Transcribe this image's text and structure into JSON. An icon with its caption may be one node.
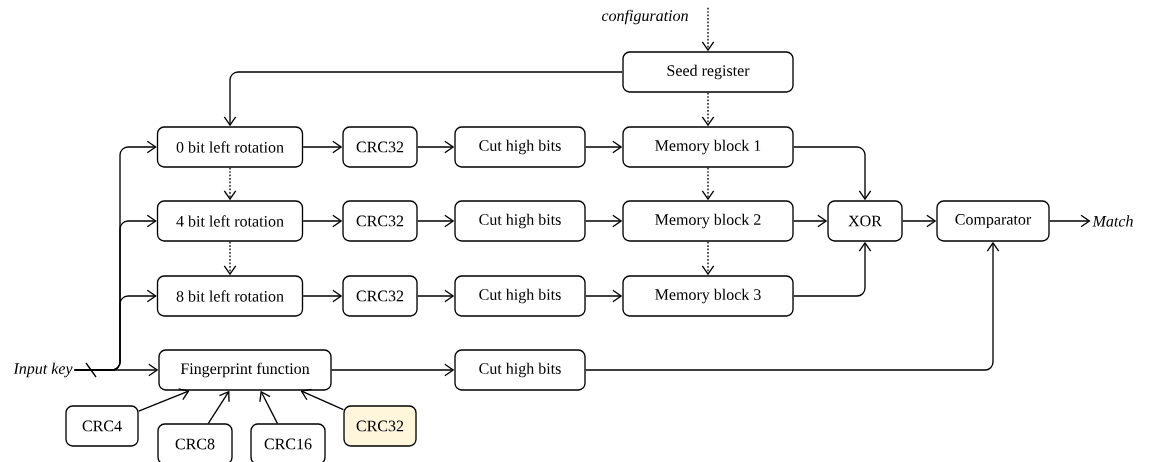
{
  "diagram": {
    "nodes": [
      {
        "text": [
          "configuration"
        ]
      },
      {
        "text": [
          "Seed register"
        ]
      },
      {
        "text": [
          "0 bit left rotation"
        ]
      },
      {
        "text": [
          "CRC32"
        ]
      },
      {
        "text": [
          "Cut high bits"
        ]
      },
      {
        "text": [
          "Memory block 1"
        ]
      },
      {
        "text": [
          "4 bit left rotation"
        ]
      },
      {
        "text": [
          "CRC32"
        ]
      },
      {
        "text": [
          "Cut high bits"
        ]
      },
      {
        "text": [
          "Memory block 2"
        ]
      },
      {
        "text": [
          "XOR"
        ]
      },
      {
        "text": [
          "Comparator"
        ]
      },
      {
        "text": [
          "Match"
        ]
      },
      {
        "text": [
          "8 bit left rotation"
        ]
      },
      {
        "text": [
          "CRC32"
        ]
      },
      {
        "text": [
          "Cut high bits"
        ]
      },
      {
        "text": [
          "Memory block 3"
        ]
      },
      {
        "text": [
          "Input key"
        ]
      },
      {
        "text": [
          "Fingerprint function"
        ]
      },
      {
        "text": [
          "Cut high bits"
        ]
      },
      {
        "text": [
          "CRC4"
        ]
      },
      {
        "text": [
          "CRC8"
        ]
      },
      {
        "text": [
          "CRC16"
        ]
      },
      {
        "text": [
          "CRC32"
        ]
      }
    ],
    "edges": [
      {
        "from": 0,
        "to": 1,
        "arrow": "to",
        "style": "dashed"
      },
      {
        "from": 1,
        "to": 2,
        "arrow": "to"
      },
      {
        "from": 1,
        "to": 5,
        "arrow": "to",
        "style": "dashed"
      },
      {
        "from": 2,
        "to": 3,
        "arrow": "to"
      },
      {
        "from": 3,
        "to": 4,
        "arrow": "to"
      },
      {
        "from": 4,
        "to": 5,
        "arrow": "to"
      },
      {
        "from": 5,
        "to": 10,
        "arrow": "to"
      },
      {
        "from": 2,
        "to": 6,
        "arrow": "to",
        "style": "dashed"
      },
      {
        "from": 5,
        "to": 9,
        "arrow": "to",
        "style": "dashed"
      },
      {
        "from": 6,
        "to": 7,
        "arrow": "to"
      },
      {
        "from": 7,
        "to": 8,
        "arrow": "to"
      },
      {
        "from": 8,
        "to": 9,
        "arrow": "to"
      },
      {
        "from": 9,
        "to": 10,
        "arrow": "to"
      },
      {
        "from": 10,
        "to": 11,
        "arrow": "to"
      },
      {
        "from": 11,
        "to": 12,
        "arrow": "to"
      },
      {
        "from": 6,
        "to": 13,
        "arrow": "to",
        "style": "dashed"
      },
      {
        "from": 9,
        "to": 16,
        "arrow": "to",
        "style": "dashed"
      },
      {
        "from": 13,
        "to": 14,
        "arrow": "to"
      },
      {
        "from": 14,
        "to": 15,
        "arrow": "to"
      },
      {
        "from": 15,
        "to": 16,
        "arrow": "to"
      },
      {
        "from": 16,
        "to": 10,
        "arrow": "to"
      },
      {
        "from": 17,
        "to": 2,
        "arrow": "to"
      },
      {
        "from": 17,
        "to": 6,
        "arrow": "to"
      },
      {
        "from": 17,
        "to": 13,
        "arrow": "to"
      },
      {
        "from": 17,
        "to": 18,
        "arrow": "to"
      },
      {
        "from": 18,
        "to": 19,
        "arrow": "to"
      },
      {
        "from": 19,
        "to": 11,
        "arrow": "to"
      },
      {
        "from": 20,
        "to": 18,
        "arrow": "to"
      },
      {
        "from": 21,
        "to": 18,
        "arrow": "to"
      },
      {
        "from": 22,
        "to": 18,
        "arrow": "to"
      },
      {
        "from": 23,
        "to": 18,
        "arrow": "to"
      }
    ]
  }
}
